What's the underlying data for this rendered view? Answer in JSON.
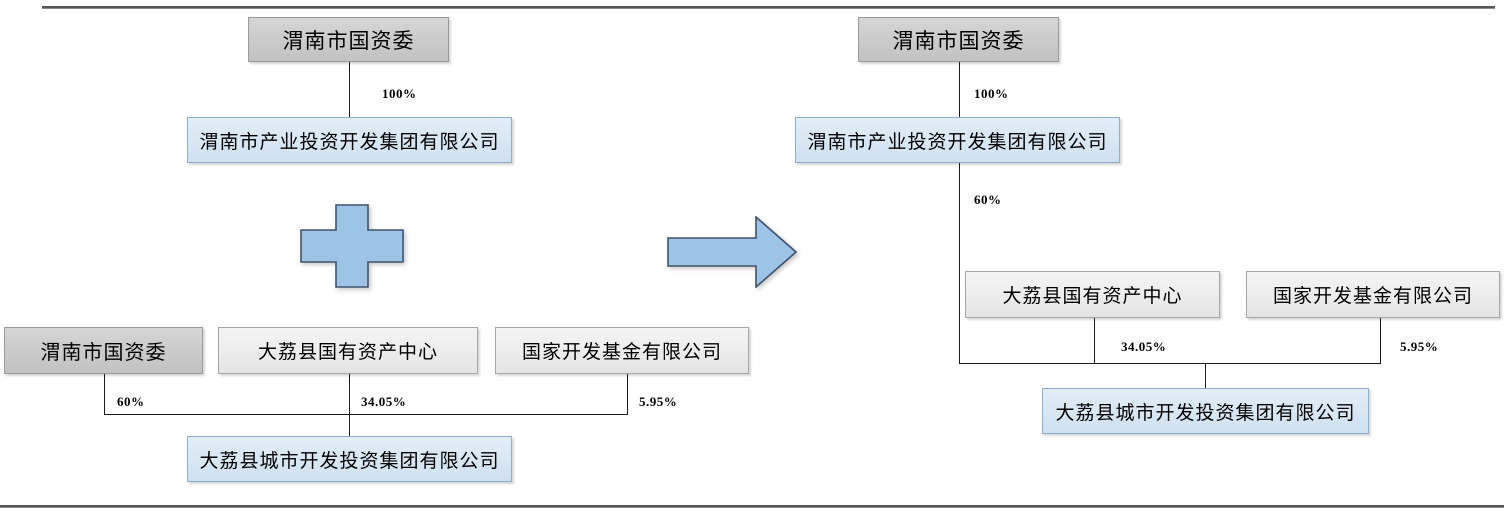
{
  "diagram": {
    "title_rules": {
      "top": "",
      "bottom": ""
    },
    "left_panel": {
      "top_chain": {
        "parent": "渭南市国资委",
        "edge_label": "100%",
        "child": "渭南市产业投资开发集团有限公司"
      },
      "operator": "plus-symbol",
      "bottom_chain": {
        "shareholders": [
          {
            "name": "渭南市国资委",
            "pct": "60%",
            "style": "gray-dark"
          },
          {
            "name": "大荔县国有资产中心",
            "pct": "34.05%",
            "style": "gray-light"
          },
          {
            "name": "国家开发基金有限公司",
            "pct": "5.95%",
            "style": "gray-light"
          }
        ],
        "child": "大荔县城市开发投资集团有限公司"
      }
    },
    "transition": {
      "symbol": "right-arrow"
    },
    "right_panel": {
      "top_chain": {
        "parent": "渭南市国资委",
        "edge_label": "100%",
        "child": "渭南市产业投资开发集团有限公司",
        "child_edge_label": "60%"
      },
      "shareholders": [
        {
          "name": "大荔县国有资产中心",
          "pct": "34.05%",
          "style": "gray-light"
        },
        {
          "name": "国家开发基金有限公司",
          "pct": "5.95%",
          "style": "gray-light"
        }
      ],
      "child": "大荔县城市开发投资集团有限公司"
    }
  },
  "colors": {
    "accent_blue": "#9DC3E6",
    "box_blue": "#dae8f4",
    "box_gray_dark": "#cccccc",
    "box_gray_light": "#eeeeee",
    "line": "#1a1a1a",
    "rule": "#555555"
  }
}
